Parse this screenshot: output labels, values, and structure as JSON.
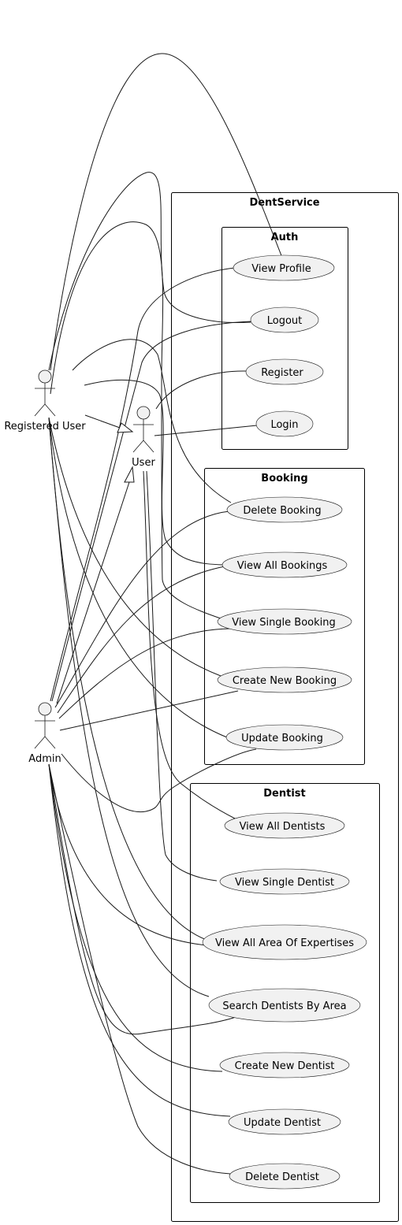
{
  "system": {
    "title": "DentService",
    "packages": {
      "auth": {
        "title": "Auth",
        "use_cases": [
          "View Profile",
          "Logout",
          "Register",
          "Login"
        ]
      },
      "booking": {
        "title": "Booking",
        "use_cases": [
          "Delete Booking",
          "View All Bookings",
          "View Single Booking",
          "Create New Booking",
          "Update Booking"
        ]
      },
      "dentist": {
        "title": "Dentist",
        "use_cases": [
          "View All Dentists",
          "View Single Dentist",
          "View All Area Of Expertises",
          "Search Dentists By Area",
          "Create New Dentist",
          "Update Dentist",
          "Delete Dentist"
        ]
      }
    }
  },
  "actors": {
    "registered_user": "Registered User",
    "user": "User",
    "admin": "Admin"
  },
  "generalizations": [
    {
      "from": "Registered User",
      "to": "User"
    },
    {
      "from": "Admin",
      "to": "User"
    }
  ],
  "associations": {
    "User": [
      "Login",
      "Register",
      "View All Dentists",
      "View Single Dentist"
    ],
    "Registered User": [
      "View Profile",
      "Logout",
      "Delete Booking",
      "View All Bookings",
      "View Single Booking",
      "Create New Booking",
      "Update Booking",
      "View All Area Of Expertises",
      "Search Dentists By Area"
    ],
    "Admin": [
      "View Profile",
      "Logout",
      "Delete Booking",
      "View All Bookings",
      "View Single Booking",
      "Create New Booking",
      "Update Booking",
      "View All Area Of Expertises",
      "Search Dentists By Area",
      "Create New Dentist",
      "Update Dentist",
      "Delete Dentist"
    ]
  }
}
